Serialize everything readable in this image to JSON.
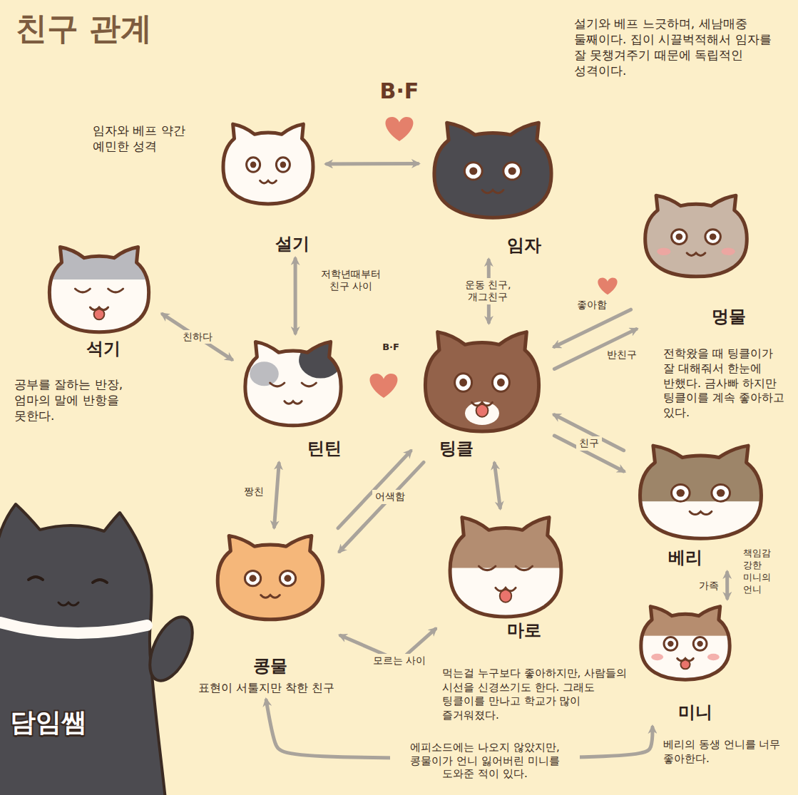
{
  "diagram": {
    "title": "친구 관계",
    "nodes": [
      {
        "text": [
          "설기",
          "임자와 베프 약간 예민한 성격"
        ]
      },
      {
        "text": [
          "임자",
          "설기와 베프 느긋하며, 세남매중 둘째이다. 집이 시끌벅적해서 임자를 잘 못챙겨주기 때문에 독립적인 성격이다."
        ]
      },
      {
        "text": [
          "석기",
          "공부를 잘하는 반장, 엄마의 말에 반항을 못한다."
        ]
      },
      {
        "text": [
          "틴틴"
        ]
      },
      {
        "text": [
          "팅클"
        ]
      },
      {
        "text": [
          "멍물",
          "전학왔을 때 팅클이가 잘 대해줘서 한눈에 반했다. 금사빠 하지만 팅클이를 계속 좋아하고 있다."
        ]
      },
      {
        "text": [
          "베리"
        ]
      },
      {
        "text": [
          "콩물",
          "표현이 서툴지만 착한 친구"
        ]
      },
      {
        "text": [
          "마로",
          "먹는걸 누구보다 좋아하지만, 사람들의 시선을 신경쓰기도 한다. 그래도 팅클이를 만나고 학교가 많이 즐거워졌다."
        ]
      },
      {
        "text": [
          "미니",
          "베리의 동생 언니를 너무 좋아한다."
        ]
      },
      {
        "text": [
          "담임쌤"
        ]
      }
    ],
    "edges": [
      {
        "from": 0,
        "to": 1,
        "arrow": "both",
        "label": "B·F"
      },
      {
        "from": 0,
        "to": 3,
        "arrow": "both",
        "label": "저학년때부터 친구 사이"
      },
      {
        "from": 1,
        "to": 4,
        "arrow": "both",
        "label": "운동 친구, 개그친구"
      },
      {
        "from": 2,
        "to": 3,
        "arrow": "both",
        "label": "친하다"
      },
      {
        "from": 5,
        "to": 4,
        "arrow": "to",
        "label": "좋아함"
      },
      {
        "from": 4,
        "to": 5,
        "arrow": "to",
        "label": "반친구"
      },
      {
        "from": 3,
        "to": 7,
        "arrow": "both",
        "label": "짱친"
      },
      {
        "from": 7,
        "to": 4,
        "arrow": "to",
        "label": "어색함"
      },
      {
        "from": 4,
        "to": 7,
        "arrow": "to"
      },
      {
        "from": 4,
        "to": 8,
        "arrow": "both"
      },
      {
        "from": 6,
        "to": 4,
        "arrow": "to",
        "label": "친구"
      },
      {
        "from": 4,
        "to": 6,
        "arrow": "to"
      },
      {
        "from": 6,
        "to": 9,
        "arrow": "both",
        "label": "가족"
      },
      {
        "from": 7,
        "to": 8,
        "arrow": "both",
        "label": "모르는 사이"
      },
      {
        "from": 7,
        "to": 9,
        "arrow": "both",
        "label": "에피소드에는 나오지 않았지만, 콩물이가 언니 잃어버린 미니를 도와준 적이 있다."
      }
    ],
    "labels": [
      "B·F",
      "책임감 강한 미니의 언니"
    ]
  }
}
